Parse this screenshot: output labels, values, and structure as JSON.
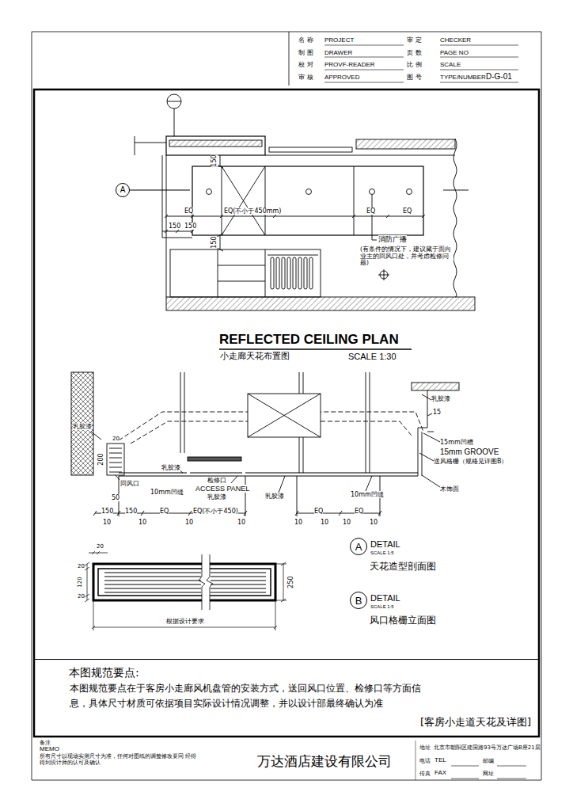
{
  "diagram": {
    "nodes": [
      {
        "text": [
          "A"
        ]
      },
      {
        "text": [
          "A"
        ]
      },
      {
        "text": [
          "B"
        ]
      },
      {
        "text": [
          "本图规范要点:",
          "本图规范要点在于客房小走廊风机盘管的安装方式，送回风口位置、检修口等方面信息，具体尺寸材质可依据项目实际设计情况调整，并以设计部最终确认为准",
          "[客房小走道天花及详图]"
        ]
      }
    ],
    "labels": [
      "名 称",
      "PROJECT",
      "制 图",
      "DRAWER",
      "校 对",
      "PROVF-READER",
      "审 核",
      "APPROVED",
      "审 定",
      "CHECKER",
      "页 数",
      "PAGE NO",
      "比 例",
      "SCALE",
      "图 号",
      "TYPE/NUMBER",
      "D-G-01",
      "150",
      "EQ",
      "EQ(不小于450mm)",
      "EQ",
      "EQ",
      "150",
      "150",
      "150",
      "消防广播",
      "(有条件的情况下，建议藏于面向业主的回风口处，并考虑检修问题)",
      "REFLECTED CEILING PLAN",
      "小走廊天花布置图",
      "SCALE 1:30",
      "乳胶漆",
      "200",
      "20",
      "回风口",
      "50",
      "乳胶漆",
      "检修口",
      "ACCESS PANEL",
      "乳胶漆",
      "10mm凹缝",
      "乳胶漆",
      "10mm凹缝",
      "乳胶漆",
      "15",
      "15mm凹槽",
      "15mm GROOVE",
      "送风格栅（规格见详图B）",
      "木饰面",
      "150",
      "150",
      "EQ",
      "EQ(不小于450)",
      "10",
      "10",
      "10",
      "10",
      "EQ",
      "EQ",
      "10",
      "10",
      "10",
      "10",
      "20",
      "20",
      "120",
      "20",
      "250",
      "根据设计要求",
      "DETAIL",
      "SCALE 1:5",
      "天花造型剖面图",
      "DETAIL",
      "SCALE 1:5",
      "风口格栅立面图",
      "备注",
      "MEMO",
      "所有尺寸以现场实测尺寸为准，任何对图纸的调整修改要同 经得得到设计师的认可及确认",
      "万达酒店建设有限公司",
      "地址",
      "北京市朝阳区建国路93号万达广场B座21层",
      "电话",
      "TEL",
      "邮编",
      "传真",
      "FAX",
      "网址"
    ]
  }
}
